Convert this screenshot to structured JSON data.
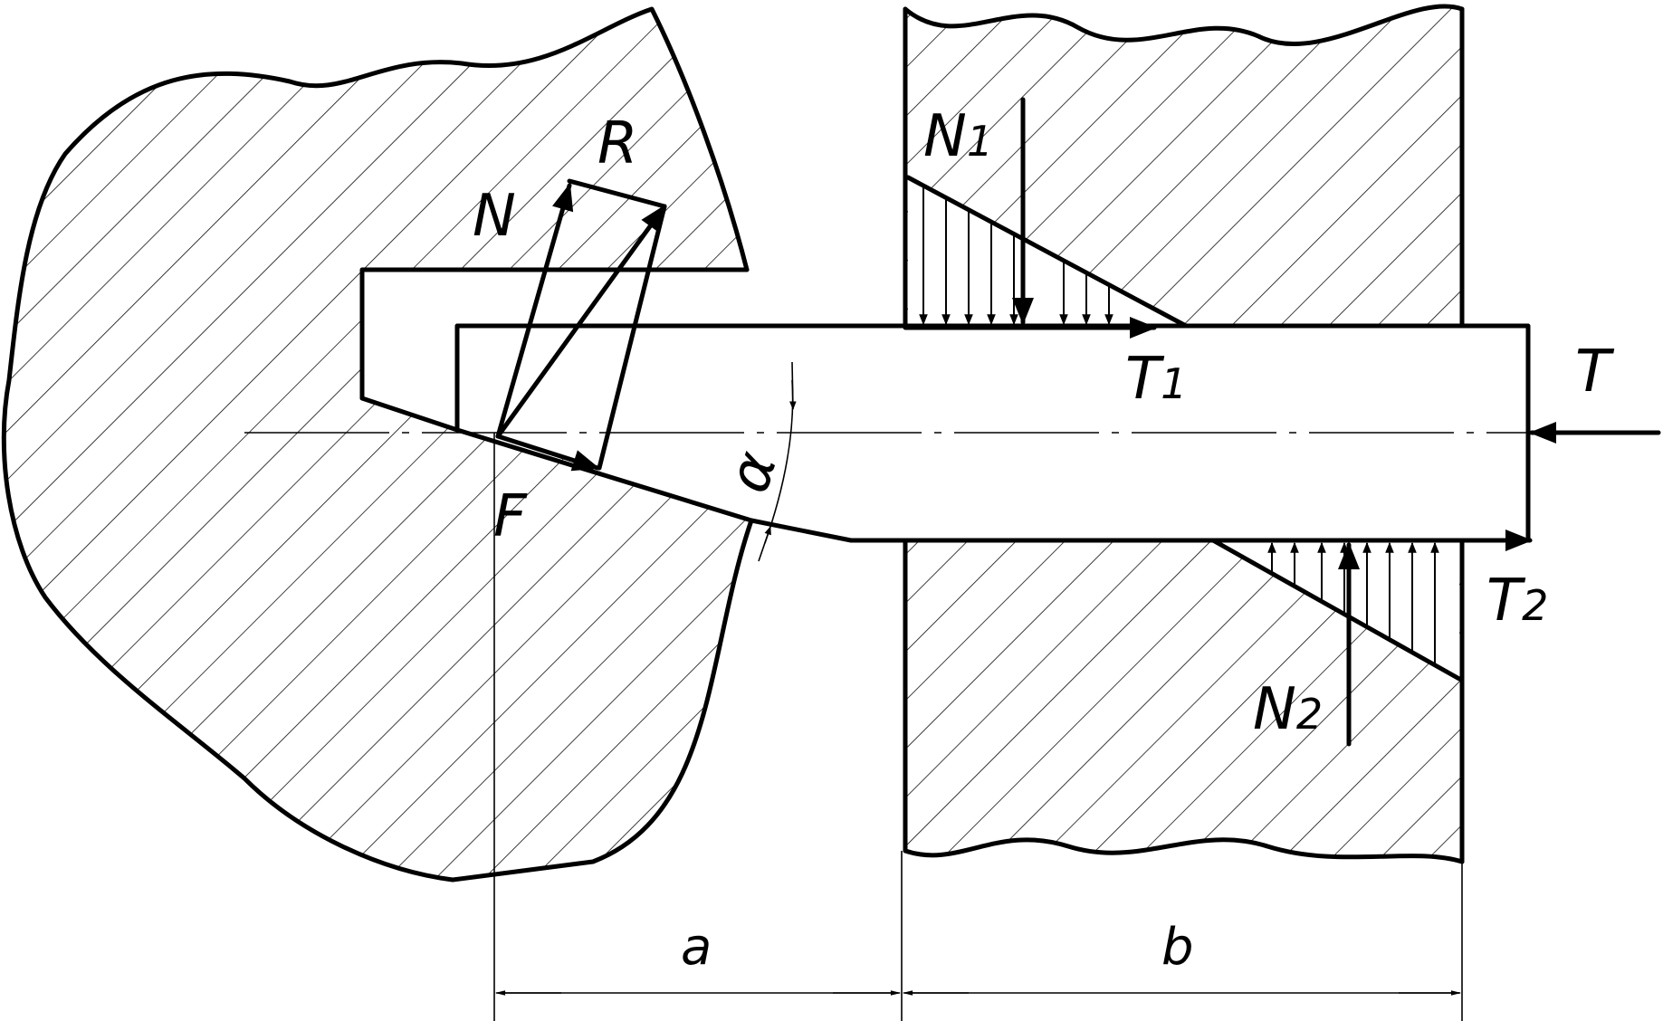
{
  "labels": {
    "R": "R",
    "N": "N",
    "F": "F",
    "N1_main": "N",
    "N1_sub": "1",
    "T1_main": "T",
    "T1_sub": "1",
    "T": "T",
    "T2_main": "T",
    "T2_sub": "2",
    "N2_main": "N",
    "N2_sub": "2",
    "alpha": "α"
  },
  "dimensions": {
    "a": "a",
    "b": "b"
  },
  "colors": {
    "ink": "#000000",
    "paper": "#ffffff"
  }
}
